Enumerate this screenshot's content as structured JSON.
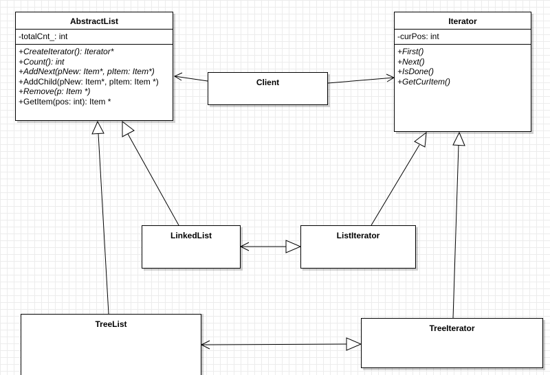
{
  "classes": {
    "abstract_list": {
      "name": "AbstractList",
      "attributes": [
        "-totalCnt_: int"
      ],
      "operations": [
        {
          "text": "+CreateIterator(): Iterator*",
          "abstract": true
        },
        {
          "text": "+Count(): int",
          "abstract": true
        },
        {
          "text": "+AddNext(pNew: Item*, pItem: Item*)",
          "abstract": true
        },
        {
          "text": "+AddChild(pNew: Item*, pItem: Item *)",
          "abstract": false
        },
        {
          "text": "+Remove(p: Item *)",
          "abstract": true
        },
        {
          "text": "+GetItem(pos: int): Item *",
          "abstract": false
        }
      ]
    },
    "iterator": {
      "name": "Iterator",
      "attributes": [
        "-curPos: int"
      ],
      "operations": [
        {
          "text": "+First()",
          "abstract": true
        },
        {
          "text": "+Next()",
          "abstract": true
        },
        {
          "text": "+IsDone()",
          "abstract": true
        },
        {
          "text": "+GetCurItem()",
          "abstract": true
        }
      ]
    },
    "client": {
      "name": "Client"
    },
    "linked_list": {
      "name": "LinkedList"
    },
    "list_iterator": {
      "name": "ListIterator"
    },
    "tree_list": {
      "name": "TreeList"
    },
    "tree_iterator": {
      "name": "TreeIterator"
    }
  },
  "relations": [
    {
      "type": "association",
      "from": "client",
      "to": "abstract_list"
    },
    {
      "type": "association",
      "from": "client",
      "to": "iterator"
    },
    {
      "type": "generalization",
      "from": "linked_list",
      "to": "abstract_list"
    },
    {
      "type": "generalization",
      "from": "tree_list",
      "to": "abstract_list"
    },
    {
      "type": "generalization",
      "from": "list_iterator",
      "to": "iterator"
    },
    {
      "type": "generalization",
      "from": "tree_iterator",
      "to": "iterator"
    },
    {
      "type": "bidirectional-realization",
      "from": "linked_list",
      "to": "list_iterator"
    },
    {
      "type": "bidirectional-realization",
      "from": "tree_list",
      "to": "tree_iterator"
    }
  ]
}
